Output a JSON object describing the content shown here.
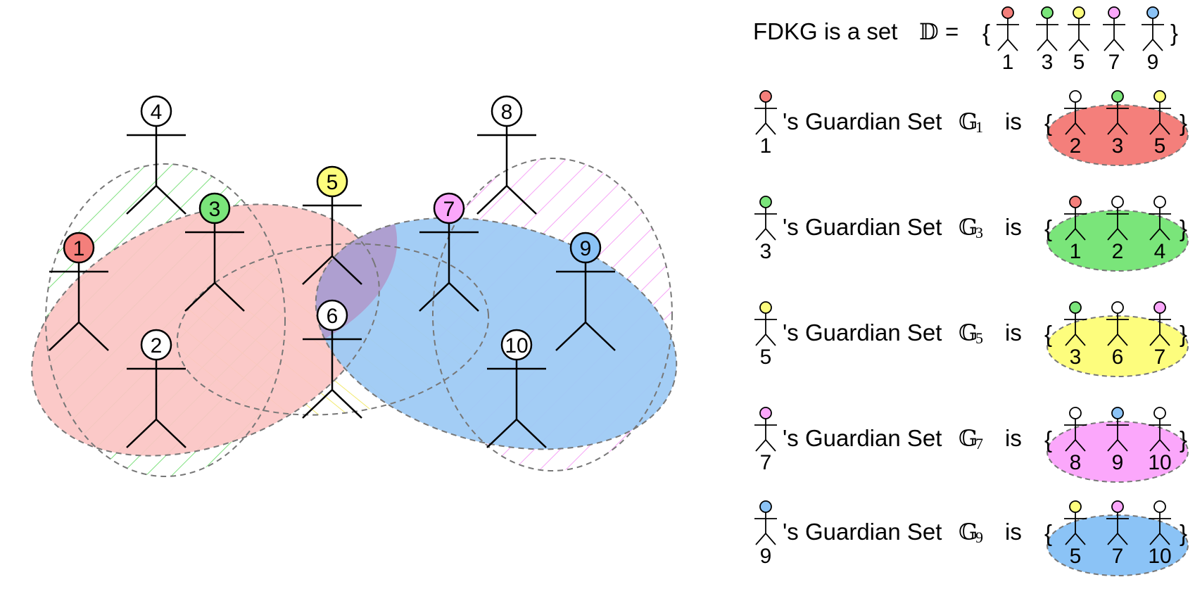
{
  "colors": {
    "red": "#f47f7b",
    "green": "#7ae57a",
    "yellow": "#fdfd7d",
    "pink": "#fba7fb",
    "blue": "#8bc3f6",
    "white": "#ffffff",
    "overlap": "#ae9fd0",
    "redFill": "#fbc5c4",
    "blueFill": "#9ecaf4",
    "hatchGreen": "#7ee07e",
    "hatchYellow": "#f2ea6e",
    "hatchPink": "#f6a3f6",
    "dash": "#777777"
  },
  "people": [
    {
      "id": "1",
      "color": "red"
    },
    {
      "id": "2",
      "color": "white"
    },
    {
      "id": "3",
      "color": "green"
    },
    {
      "id": "4",
      "color": "white"
    },
    {
      "id": "5",
      "color": "yellow"
    },
    {
      "id": "6",
      "color": "white"
    },
    {
      "id": "7",
      "color": "pink"
    },
    {
      "id": "8",
      "color": "white"
    },
    {
      "id": "9",
      "color": "blue"
    },
    {
      "id": "10",
      "color": "white"
    }
  ],
  "legend": {
    "header": {
      "text": "FDKG is a set",
      "symbol": "𝔻",
      "equals": "=",
      "members": [
        {
          "id": "1",
          "color": "red"
        },
        {
          "id": "3",
          "color": "green"
        },
        {
          "id": "5",
          "color": "yellow"
        },
        {
          "id": "7",
          "color": "pink"
        },
        {
          "id": "9",
          "color": "blue"
        }
      ]
    },
    "sets": [
      {
        "owner": "1",
        "ownerColor": "red",
        "phrase": "'s Guardian Set",
        "symbol": "𝔾",
        "sub": "1",
        "suffix": "is",
        "fill": "red",
        "members": [
          {
            "id": "2",
            "color": "white"
          },
          {
            "id": "3",
            "color": "green"
          },
          {
            "id": "5",
            "color": "yellow"
          }
        ]
      },
      {
        "owner": "3",
        "ownerColor": "green",
        "phrase": "'s Guardian Set",
        "symbol": "𝔾",
        "sub": "3",
        "suffix": "is",
        "fill": "green",
        "members": [
          {
            "id": "1",
            "color": "red"
          },
          {
            "id": "2",
            "color": "white"
          },
          {
            "id": "4",
            "color": "white"
          }
        ]
      },
      {
        "owner": "5",
        "ownerColor": "yellow",
        "phrase": "'s Guardian Set",
        "symbol": "𝔾",
        "sub": "5",
        "suffix": "is",
        "fill": "yellow",
        "members": [
          {
            "id": "3",
            "color": "green"
          },
          {
            "id": "6",
            "color": "white"
          },
          {
            "id": "7",
            "color": "pink"
          }
        ]
      },
      {
        "owner": "7",
        "ownerColor": "pink",
        "phrase": "'s Guardian Set",
        "symbol": "𝔾",
        "sub": "7",
        "suffix": "is",
        "fill": "pink",
        "members": [
          {
            "id": "8",
            "color": "white"
          },
          {
            "id": "9",
            "color": "blue"
          },
          {
            "id": "10",
            "color": "white"
          }
        ]
      },
      {
        "owner": "9",
        "ownerColor": "blue",
        "phrase": "'s Guardian Set",
        "symbol": "𝔾",
        "sub": "9",
        "suffix": "is",
        "fill": "blue",
        "members": [
          {
            "id": "5",
            "color": "yellow"
          },
          {
            "id": "7",
            "color": "pink"
          },
          {
            "id": "10",
            "color": "white"
          }
        ]
      }
    ]
  }
}
